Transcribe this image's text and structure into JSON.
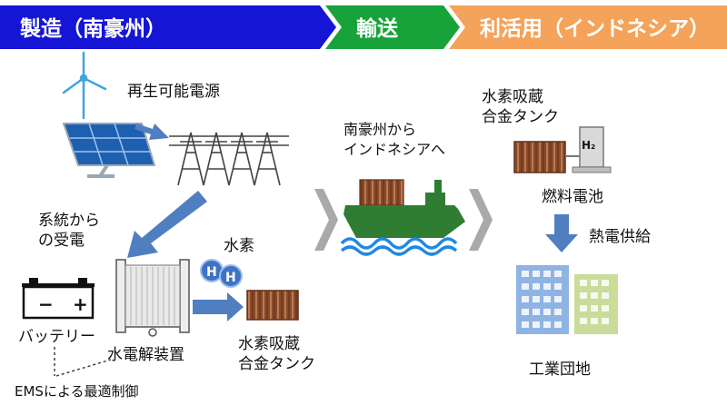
{
  "header": {
    "manufacturing": "製造（南豪州）",
    "transport": "輸送",
    "utilization": "利活用（インドネシア）"
  },
  "manufacturing": {
    "renewable_label": "再生可能電源",
    "grid_label_line1": "系統から",
    "grid_label_line2": "の受電",
    "battery_label": "バッテリー",
    "battery_minus": "−",
    "battery_plus": "+",
    "electrolyzer_label": "水電解装置",
    "hydrogen_label": "水素",
    "h_symbol": "H",
    "tank_label_line1": "水素吸蔵",
    "tank_label_line2": "合金タンク",
    "ems_label": "EMSによる最適制御"
  },
  "transport": {
    "label_line1": "南豪州から",
    "label_line2": "インドネシアへ"
  },
  "utilization": {
    "tank_label_line1": "水素吸蔵",
    "tank_label_line2": "合金タンク",
    "h2_label": "H₂",
    "fuel_cell_label": "燃料電池",
    "supply_label": "熱電供給",
    "industrial_label": "工業団地"
  },
  "colors": {
    "header_blue": "#1515d6",
    "header_green": "#17a33a",
    "header_orange": "#f5a25a",
    "arrow_blue": "#4f7fc0",
    "ship_green": "#2e7d32",
    "tank_brown": "#8a4a2a",
    "water_blue": "#1e88e5",
    "chevron_gray": "#a9a9a9",
    "building_blue": "#8fb4e3",
    "building_green": "#c9dc9a"
  }
}
